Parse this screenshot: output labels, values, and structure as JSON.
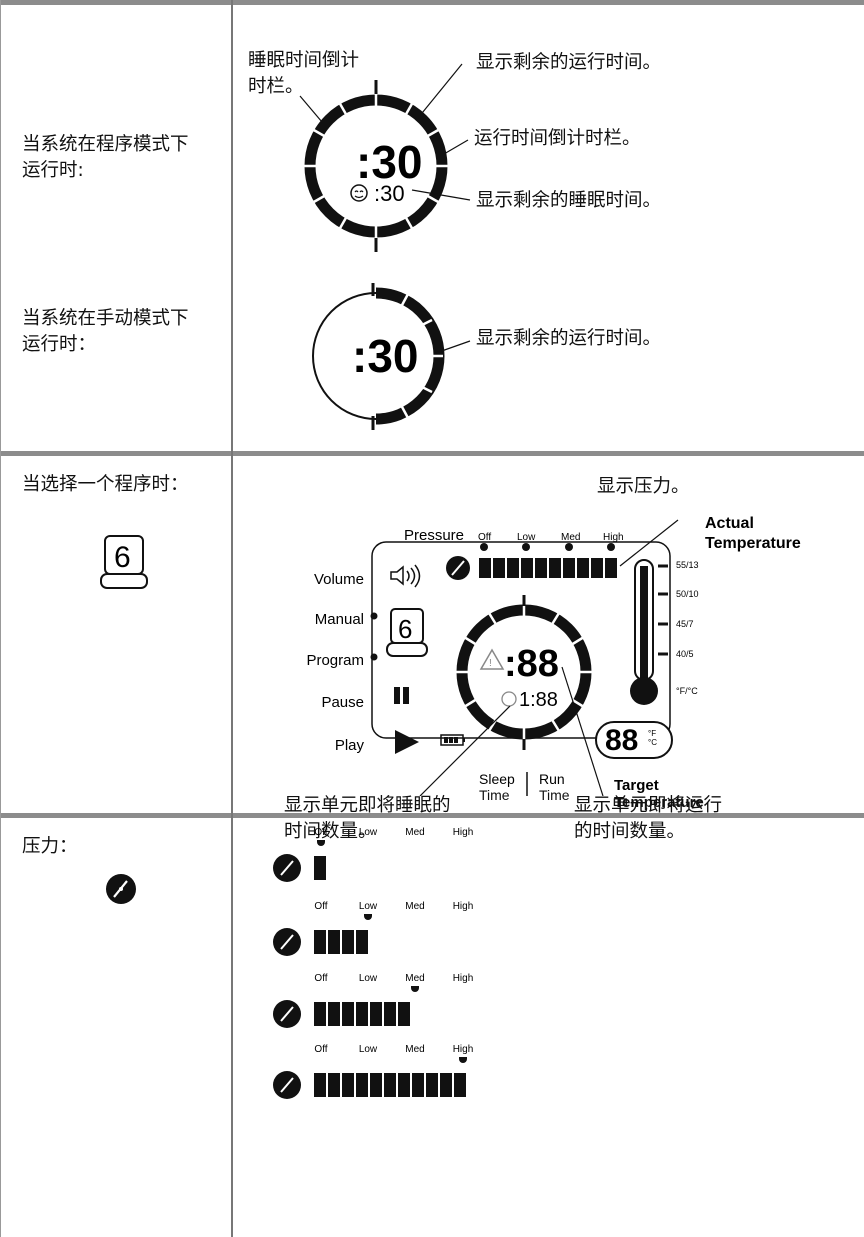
{
  "row1": {
    "left_label": [
      "当系统在程序模式下",
      "运行时:"
    ],
    "sleep_bar_note": [
      "睡眠时间倒计",
      "时栏。"
    ],
    "run_remaining_note": "显示剩余的运行时间。",
    "run_bar_note": "运行时间倒计时栏。",
    "sleep_remaining_note": "显示剩余的睡眠时间。",
    "big_digits": ":30",
    "small_digits": ":30"
  },
  "row2": {
    "left_label": [
      "当系统在手动模式下",
      "运行时："
    ],
    "run_remaining_note": "显示剩余的运行时间。",
    "big_digits": ":30"
  },
  "row3": {
    "left_label": "当选择一个程序时：",
    "program_digit": "6",
    "pressure_note": "显示压力。",
    "pressure_label": "Pressure",
    "pressure_levels": [
      "Off",
      "Low",
      "Med",
      "High"
    ],
    "actual_temp": [
      "Actual",
      "Temperature"
    ],
    "temp_scale": [
      "55/13",
      "50/10",
      "45/7",
      "40/5",
      "°F/°C"
    ],
    "side_labels": [
      "Volume",
      "Manual",
      "Program",
      "Pause",
      "Play"
    ],
    "center_digits": ":88",
    "sleep_digits": "1:88",
    "program_digit_display": "6",
    "target_digits": "88",
    "target_units": [
      "°F",
      "°C"
    ],
    "target_temp": [
      "Target",
      "Temperature"
    ],
    "sleep_time": [
      "Sleep",
      "Time"
    ],
    "run_time": [
      "Run",
      "Time"
    ],
    "sleep_units_note": [
      "显示单元即将睡眠的",
      "时间数量。"
    ],
    "run_units_note": [
      "显示单元即将运行",
      "的时间数量。"
    ]
  },
  "row4": {
    "left_label": "压力：",
    "levels": [
      "Off",
      "Low",
      "Med",
      "High"
    ],
    "examples": [
      {
        "level": "Off",
        "segments": 1
      },
      {
        "level": "Low",
        "segments": 4
      },
      {
        "level": "Med",
        "segments": 7
      },
      {
        "level": "High",
        "segments": 11
      }
    ]
  }
}
